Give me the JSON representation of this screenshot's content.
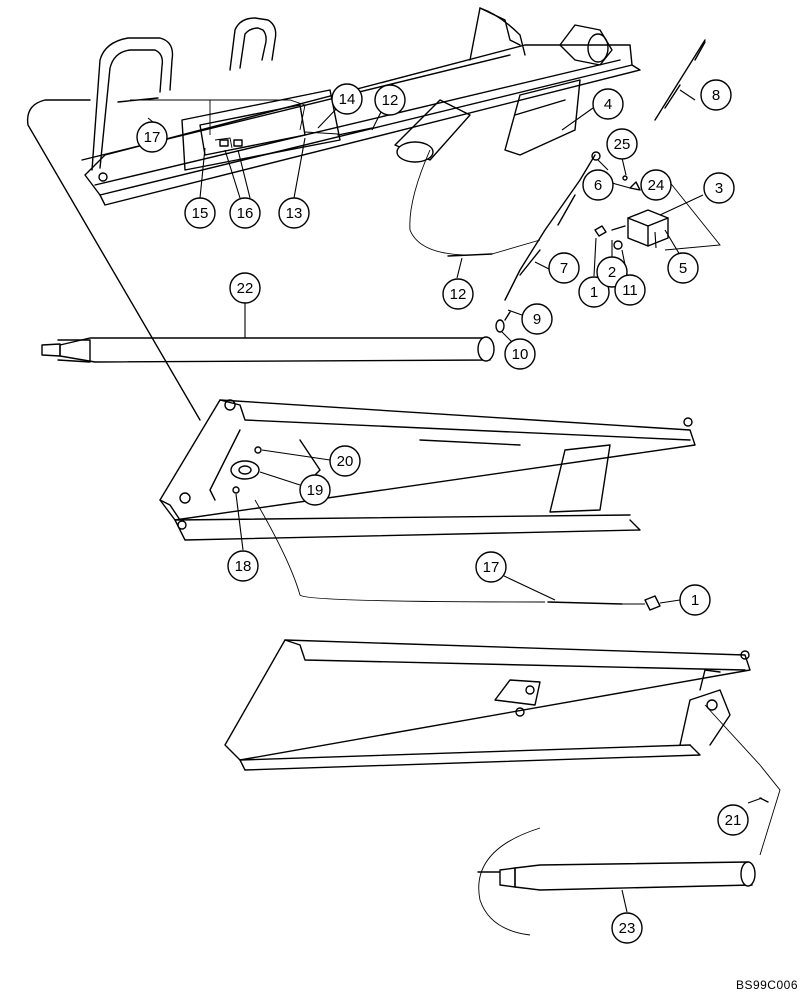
{
  "diagram": {
    "reference_code": "BS99C006",
    "callouts": {
      "c1a": "1",
      "c1b": "1",
      "c2": "2",
      "c3": "3",
      "c4": "4",
      "c5": "5",
      "c6": "6",
      "c7": "7",
      "c8": "8",
      "c9": "9",
      "c10": "10",
      "c11": "11",
      "c12a": "12",
      "c12b": "12",
      "c13": "13",
      "c14": "14",
      "c15": "15",
      "c16": "16",
      "c17a": "17",
      "c17b": "17",
      "c18": "18",
      "c19": "19",
      "c20": "20",
      "c21": "21",
      "c22": "22",
      "c23": "23",
      "c24": "24",
      "c25": "25"
    }
  }
}
